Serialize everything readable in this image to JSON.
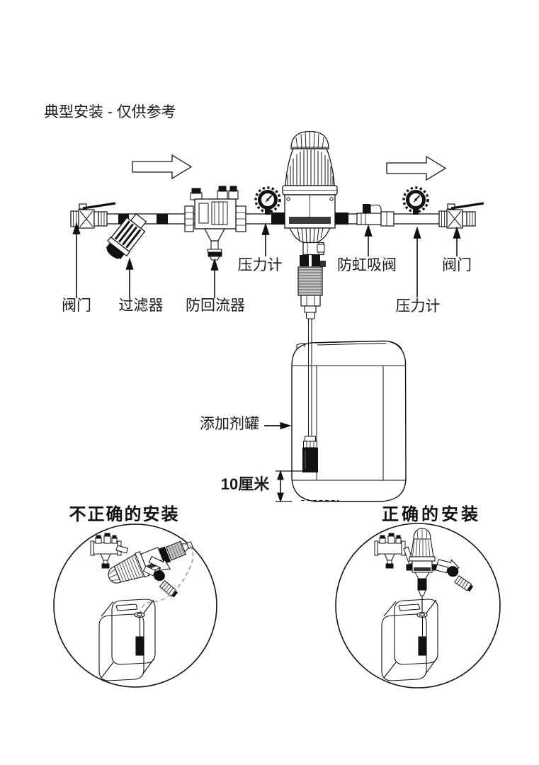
{
  "page": {
    "title": "典型安装 - 仅供参考"
  },
  "colors": {
    "line": "#1a1a1a",
    "background": "#ffffff"
  },
  "main_diagram": {
    "labels": {
      "valve_left": "阀门",
      "filter": "过滤器",
      "backflow_preventer": "防回流器",
      "pressure_gauge_left": "压力计",
      "anti_siphon_valve": "防虹吸阀",
      "valve_right": "阀门",
      "pressure_gauge_right": "压力计",
      "additive_tank": "添加剂罐",
      "min_clearance": "10厘米"
    }
  },
  "insets": {
    "incorrect": {
      "title": "不正确的安装"
    },
    "correct": {
      "title": "正确的安装"
    }
  }
}
